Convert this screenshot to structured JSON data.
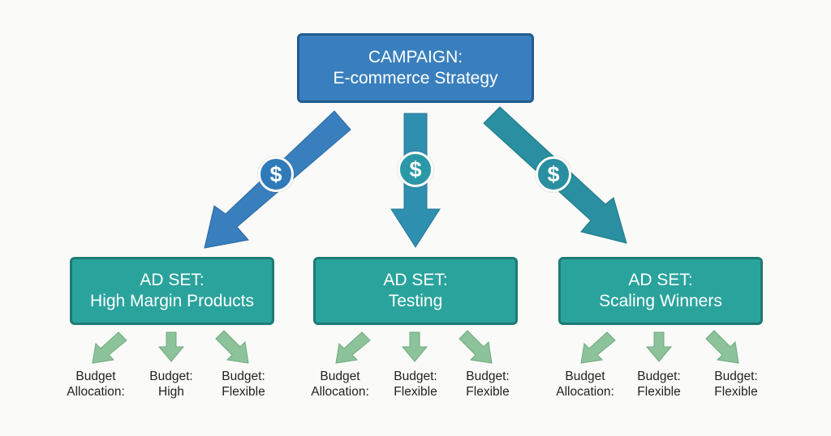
{
  "campaign": {
    "line1": "CAMPAIGN:",
    "line2": "E-commerce Strategy"
  },
  "badge_symbol": "$",
  "adsets": [
    {
      "line1": "AD SET:",
      "line2": "High Margin Products",
      "budgets": [
        {
          "line1": "Budget",
          "line2": "Allocation:"
        },
        {
          "line1": "Budget:",
          "line2": "High"
        },
        {
          "line1": "Budget:",
          "line2": "Flexible"
        }
      ]
    },
    {
      "line1": "AD SET:",
      "line2": "Testing",
      "budgets": [
        {
          "line1": "Budget",
          "line2": "Allocation:"
        },
        {
          "line1": "Budget:",
          "line2": "Flexible"
        },
        {
          "line1": "Budget:",
          "line2": "Flexible"
        }
      ]
    },
    {
      "line1": "AD SET:",
      "line2": "Scaling Winners",
      "budgets": [
        {
          "line1": "Budget",
          "line2": "Allocation:"
        },
        {
          "line1": "Budget:",
          "line2": "Flexible"
        },
        {
          "line1": "Budget:",
          "line2": "Flexible"
        }
      ]
    }
  ],
  "colors": {
    "campaign_fill": "#3a7fbd",
    "arrow_left": "#3a7fbd",
    "arrow_middle": "#2f8fae",
    "arrow_right": "#2a8fa0",
    "adset_fill": "#2aa39c",
    "small_arrow": "#8cc39a"
  }
}
